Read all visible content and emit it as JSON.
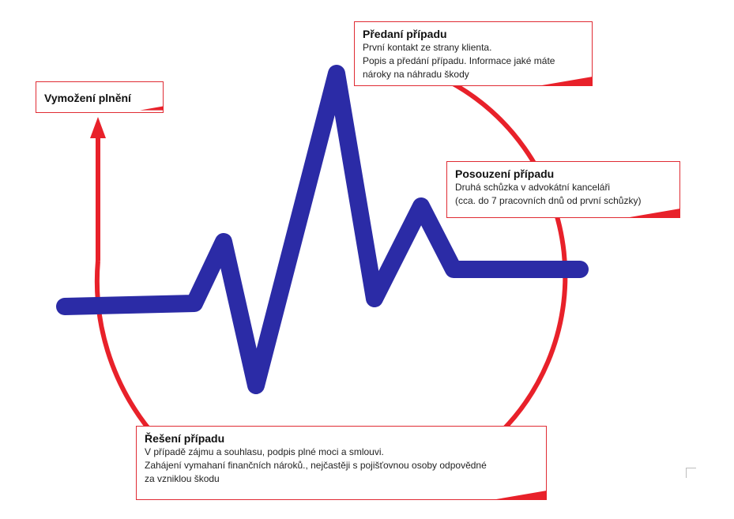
{
  "colors": {
    "accent_red": "#e8212a",
    "pulse_blue": "#2b2ba6",
    "note_border": "#e02c34",
    "text": "#1a1a1a"
  },
  "notes": {
    "predani": {
      "title": "Předaní případu",
      "lines": [
        "První kontakt ze strany klienta.",
        "Popis a předání případu. Informace jaké máte",
        "nároky na náhradu škody"
      ]
    },
    "posouzeni": {
      "title": "Posouzení případu",
      "lines": [
        "Druhá schůzka  v advokátní kanceláři",
        "(cca. do 7 pracovních dnů od první schůzky)"
      ]
    },
    "reseni": {
      "title": "Řešení případu",
      "lines": [
        "V případě zájmu a souhlasu, podpis plné moci a smlouvi.",
        "Zahájení  vymahaní finančních nároků., nejčastěji s pojišťovnou osoby odpovědné",
        "za vzniklou škodu"
      ]
    },
    "vymozeni": {
      "title": "Vymožení plnění"
    }
  }
}
